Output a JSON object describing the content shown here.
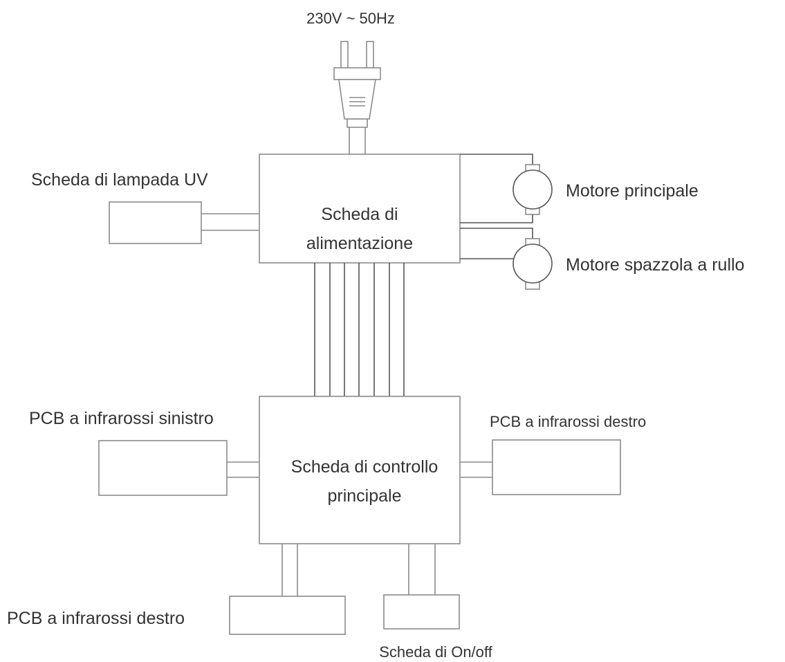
{
  "power_source": {
    "label": "230V ~ 50Hz"
  },
  "boards": {
    "power_board": {
      "line1": "Scheda di",
      "line2": "alimentazione"
    },
    "main_control_board": {
      "line1": "Scheda di controllo",
      "line2": "principale"
    }
  },
  "peripherals": {
    "uv_lamp_board": "Scheda di lampada UV",
    "main_motor": "Motore principale",
    "roller_brush_motor": "Motore spazzola a rullo",
    "left_ir_pcb": "PCB a infrarossi sinistro",
    "right_ir_pcb": "PCB a infrarossi destro",
    "bottom_ir_pcb": "PCB a infrarossi destro",
    "onoff_board": "Scheda di On/off"
  },
  "icons": {
    "plug": "power-plug-icon",
    "motor": "dc-motor-icon"
  }
}
